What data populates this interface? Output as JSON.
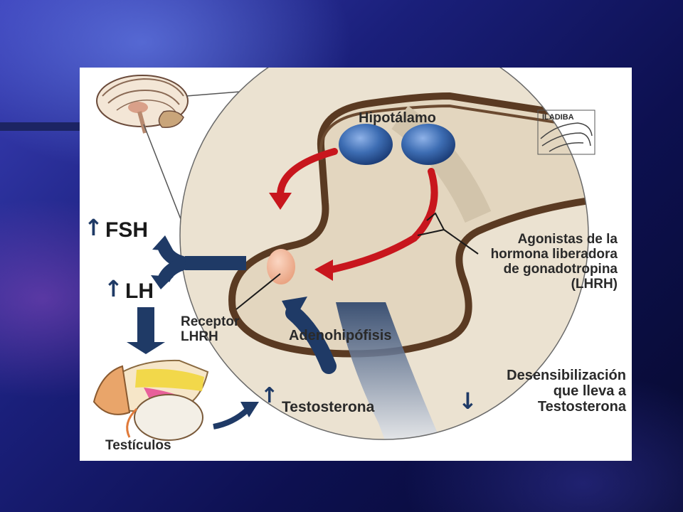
{
  "labels": {
    "hypothalamus": "Hipotálamo",
    "logo": "ILADIBA",
    "agonists": [
      "Agonistas de la",
      "hormona liberadora",
      "de gonadotropina",
      "(LHRH)"
    ],
    "fsh": "FSH",
    "lh": "LH",
    "receptor": [
      "Receptor",
      "LHRH"
    ],
    "adenohypophysis": "Adenohipófisis",
    "testes": "Testículos",
    "testosterone_up": "Testosterona",
    "desensitization": [
      "Desensibilización",
      "que lleva a",
      "Testosterona"
    ]
  },
  "colors": {
    "arrow_red": "#c8161d",
    "arrow_navy": "#1f3a66",
    "nucleus_blue": "#3d6db3",
    "tissue": "#e6dccb",
    "receptor": "#f0b79a"
  },
  "icons": {
    "up": "up-arrow-icon",
    "down": "down-arrow-icon"
  }
}
